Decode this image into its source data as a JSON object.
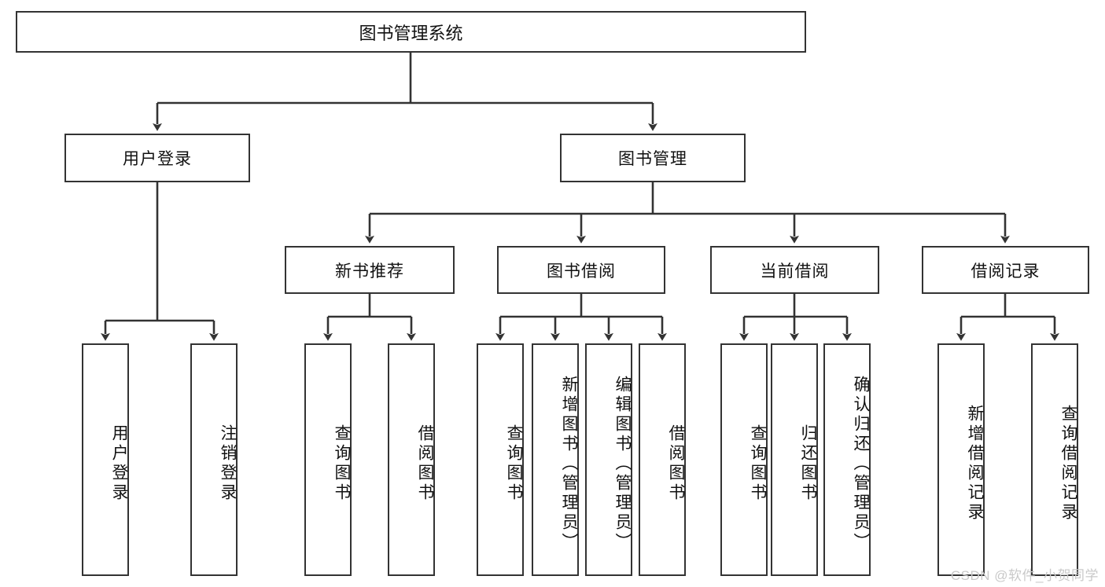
{
  "diagram": {
    "title": "图书管理系统",
    "type": "hierarchy-tree",
    "root": {
      "label": "图书管理系统"
    },
    "level2": [
      {
        "label": "用户登录"
      },
      {
        "label": "图书管理"
      }
    ],
    "level3": [
      {
        "label": "新书推荐"
      },
      {
        "label": "图书借阅"
      },
      {
        "label": "当前借阅"
      },
      {
        "label": "借阅记录"
      }
    ],
    "leaves": {
      "user_login": [
        {
          "label": "用户登录"
        },
        {
          "label": "注销登录"
        }
      ],
      "new_book_recommend": [
        {
          "label": "查询图书"
        },
        {
          "label": "借阅图书"
        }
      ],
      "book_borrow": [
        {
          "label": "查询图书"
        },
        {
          "label": "新增图书（管理员）"
        },
        {
          "label": "编辑图书（管理员）"
        },
        {
          "label": "借阅图书"
        }
      ],
      "current_borrow": [
        {
          "label": "查询图书"
        },
        {
          "label": "归还图书"
        },
        {
          "label": "确认归还（管理员）"
        }
      ],
      "borrow_record": [
        {
          "label": "新增借阅记录"
        },
        {
          "label": "查询借阅记录"
        }
      ]
    },
    "watermark": "CSDN @软件_小贺同学",
    "colors": {
      "box_border": "#333333",
      "box_fill": "#ffffff",
      "connector": "#333333",
      "text": "#111111",
      "watermark": "#c9c9c9"
    }
  }
}
